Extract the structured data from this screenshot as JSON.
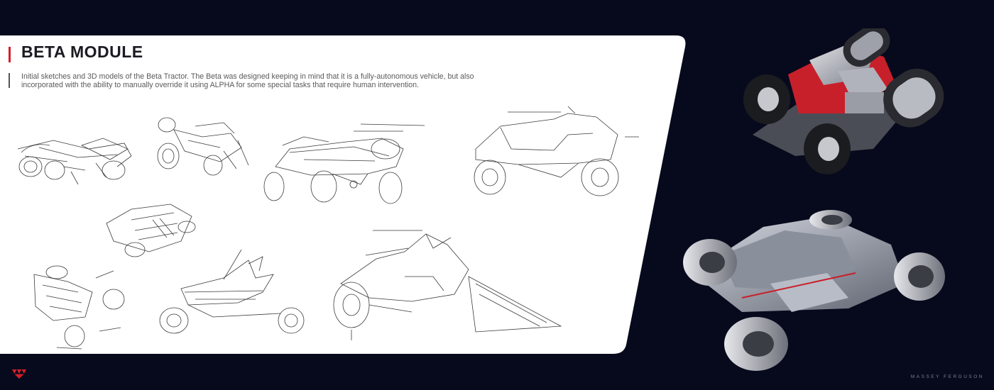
{
  "page": {
    "title": "BETA MODULE",
    "description": "Initial sketches and 3D models of the Beta Tractor. The Beta was designed keeping in mind that it is a fully-autonomous vehicle, but also incorporated with the ability to manually override it using ALPHA for some special tasks that require human intervention.",
    "brand": "MASSEY FERGUSON"
  },
  "colors": {
    "background": "#070a1c",
    "panel": "#ffffff",
    "accent": "#d81e2a",
    "sketch_ink": "#3a3a3a"
  },
  "icons": {
    "logo": "massey-ferguson-triple-triangle-icon"
  },
  "images": {
    "sketches": [
      "sketch-1",
      "sketch-2",
      "sketch-3",
      "sketch-4",
      "sketch-5",
      "sketch-6",
      "sketch-7",
      "sketch-8"
    ],
    "renders": [
      "render-red-tracked",
      "render-grey-wheeled"
    ]
  }
}
